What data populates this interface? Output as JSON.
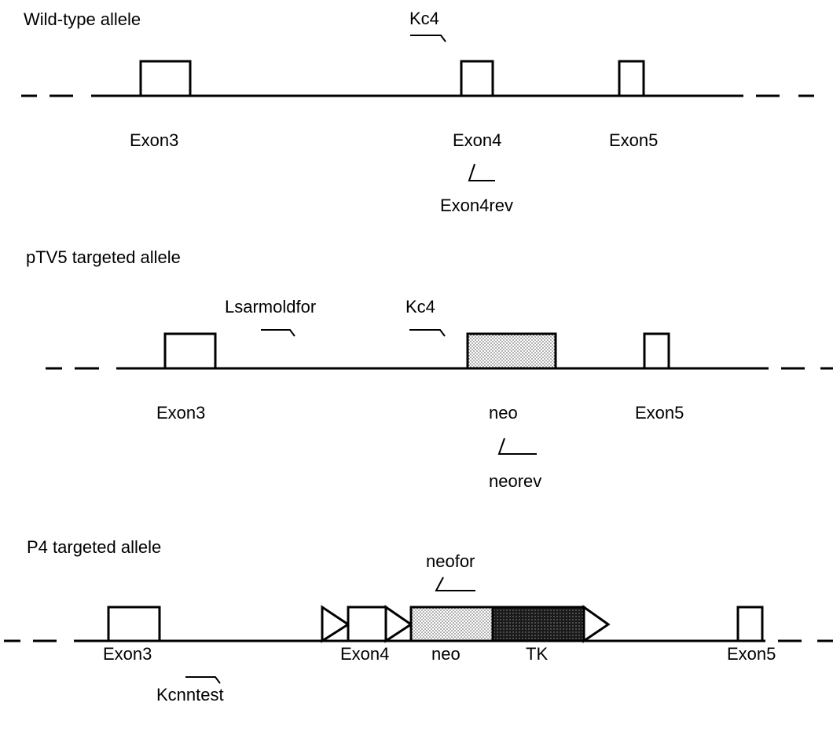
{
  "panels": [
    {
      "title": "Wild-type allele",
      "elements": {
        "exon3": "Exon3",
        "exon4": "Exon4",
        "exon5": "Exon5"
      },
      "primers": {
        "kc4": "Kc4",
        "exon4rev": "Exon4rev"
      }
    },
    {
      "title": "pTV5 targeted allele",
      "elements": {
        "exon3": "Exon3",
        "neo": "neo",
        "exon5": "Exon5"
      },
      "primers": {
        "lsarmoldfor": "Lsarmoldfor",
        "kc4": "Kc4",
        "neorev": "neorev"
      }
    },
    {
      "title": "P4 targeted allele",
      "elements": {
        "exon3": "Exon3",
        "exon4": "Exon4",
        "neo": "neo",
        "tk": "TK",
        "exon5": "Exon5"
      },
      "primers": {
        "neofor": "neofor",
        "kcnntest": "Kcnntest"
      }
    }
  ]
}
